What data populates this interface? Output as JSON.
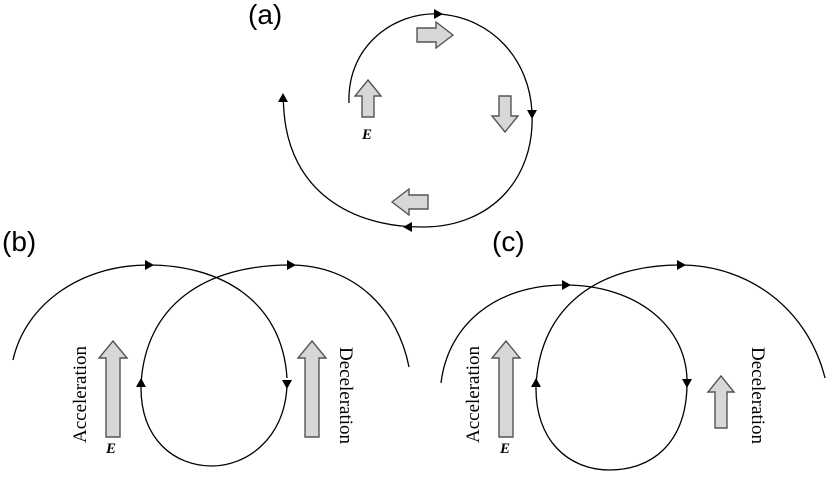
{
  "panels": {
    "a": {
      "label": "(a)",
      "field_symbol": "E"
    },
    "b": {
      "label": "(b)",
      "field_symbol": "E",
      "left_text": "Acceleration",
      "right_text": "Deceleration"
    },
    "c": {
      "label": "(c)",
      "field_symbol": "E",
      "left_text": "Acceleration",
      "right_text": "Deceleration"
    }
  },
  "colors": {
    "curve": "#000000",
    "arrow_fill": "#d7d7d7",
    "arrow_stroke": "#555555"
  }
}
